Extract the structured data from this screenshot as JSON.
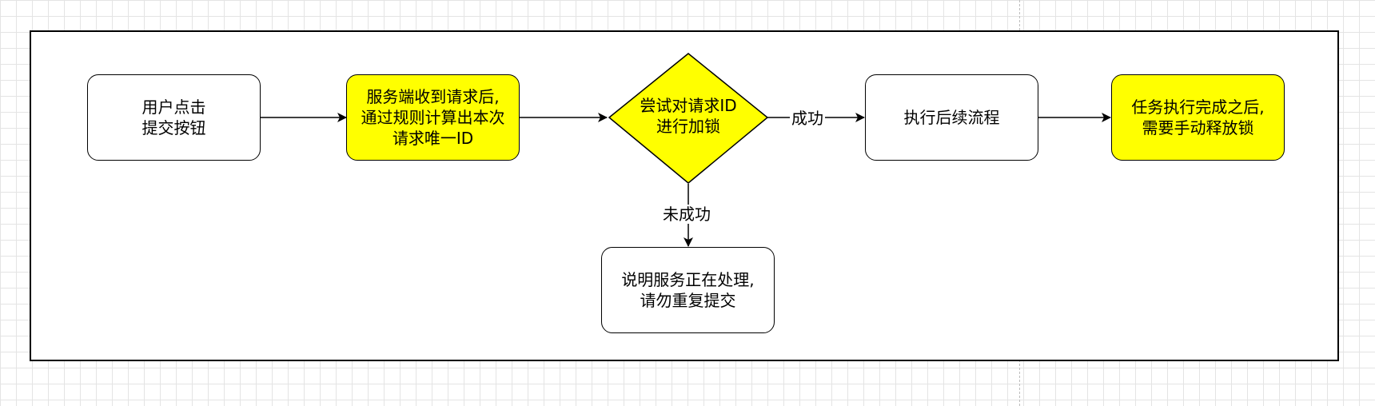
{
  "nodes": {
    "submit": "用户点击\n提交按钮",
    "request_id": "服务端收到请求后,\n通过规则计算出本次\n请求唯一ID",
    "lock": "尝试对请求ID\n进行加锁",
    "continue": "执行后续流程",
    "release": "任务执行完成之后,\n需要手动释放锁",
    "in_progress": "说明服务正在处理,\n请勿重复提交"
  },
  "edges": {
    "success": "成功",
    "failure": "未成功"
  },
  "colors": {
    "highlight": "#ffff00",
    "stroke": "#000000"
  }
}
